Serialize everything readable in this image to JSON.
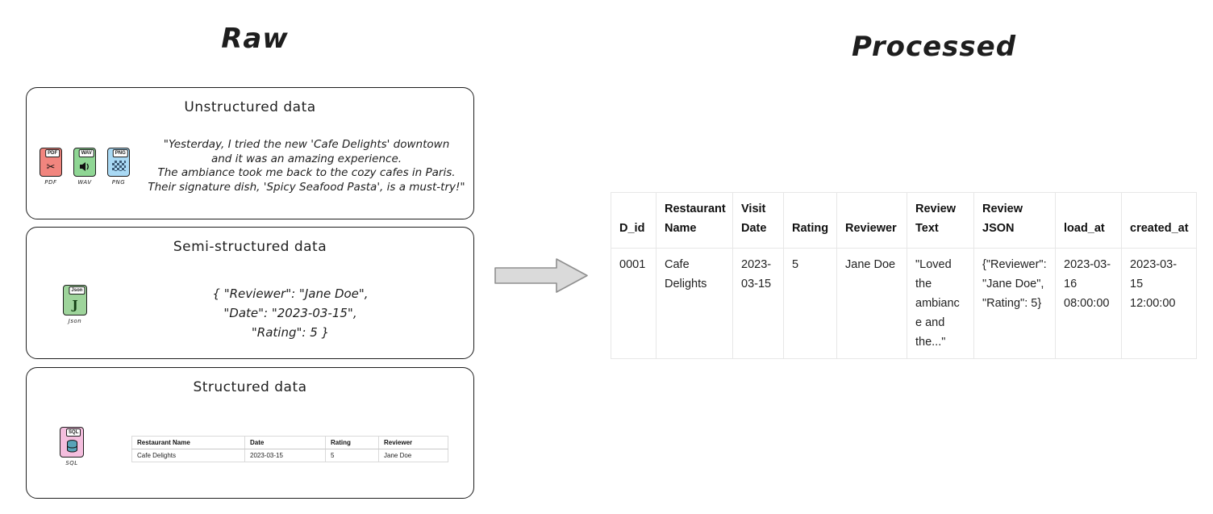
{
  "titles": {
    "raw": "Raw",
    "processed": "Processed"
  },
  "raw": {
    "unstructured": {
      "title": "Unstructured data",
      "quote": "\"Yesterday, I tried the new 'Cafe Delights' downtown\nand it was an amazing experience.\nThe ambiance took me back to the cozy cafes in Paris.\nTheir signature dish, 'Spicy Seafood Pasta', is a must-try!\"",
      "files": [
        {
          "tab": "PDF",
          "caption": "PDF",
          "glyph": "✂"
        },
        {
          "tab": "WAV",
          "caption": "WAV"
        },
        {
          "tab": "PNG",
          "caption": "PNG"
        }
      ]
    },
    "semi_structured": {
      "title": "Semi-structured data",
      "json_text": "{  \"Reviewer\": \"Jane Doe\",\n\"Date\": \"2023-03-15\",\n\"Rating\": 5   }",
      "file": {
        "tab": "Json",
        "glyph": "J",
        "caption": "Json"
      }
    },
    "structured": {
      "title": "Structured data",
      "file": {
        "tab": "SQL",
        "caption": "SQL"
      },
      "table": {
        "headers": [
          "Restaurant Name",
          "Date",
          "Rating",
          "Reviewer"
        ],
        "row": [
          "Cafe Delights",
          "2023-03-15",
          "5",
          "Jane Doe"
        ]
      }
    }
  },
  "processed": {
    "table": {
      "headers": [
        "D_id",
        "Restaurant Name",
        "Visit Date",
        "Rating",
        "Reviewer",
        "Review Text",
        "Review JSON",
        "load_at",
        "created_at"
      ],
      "row": [
        "0001",
        "Cafe Delights",
        "2023-03-15",
        "5",
        "Jane Doe",
        "\"Loved the ambiance and the...\"",
        "{\"Reviewer\": \"Jane Doe\", \"Rating\": 5}",
        "2023-03-16 08:00:00",
        "2023-03-15 12:00:00"
      ]
    }
  }
}
